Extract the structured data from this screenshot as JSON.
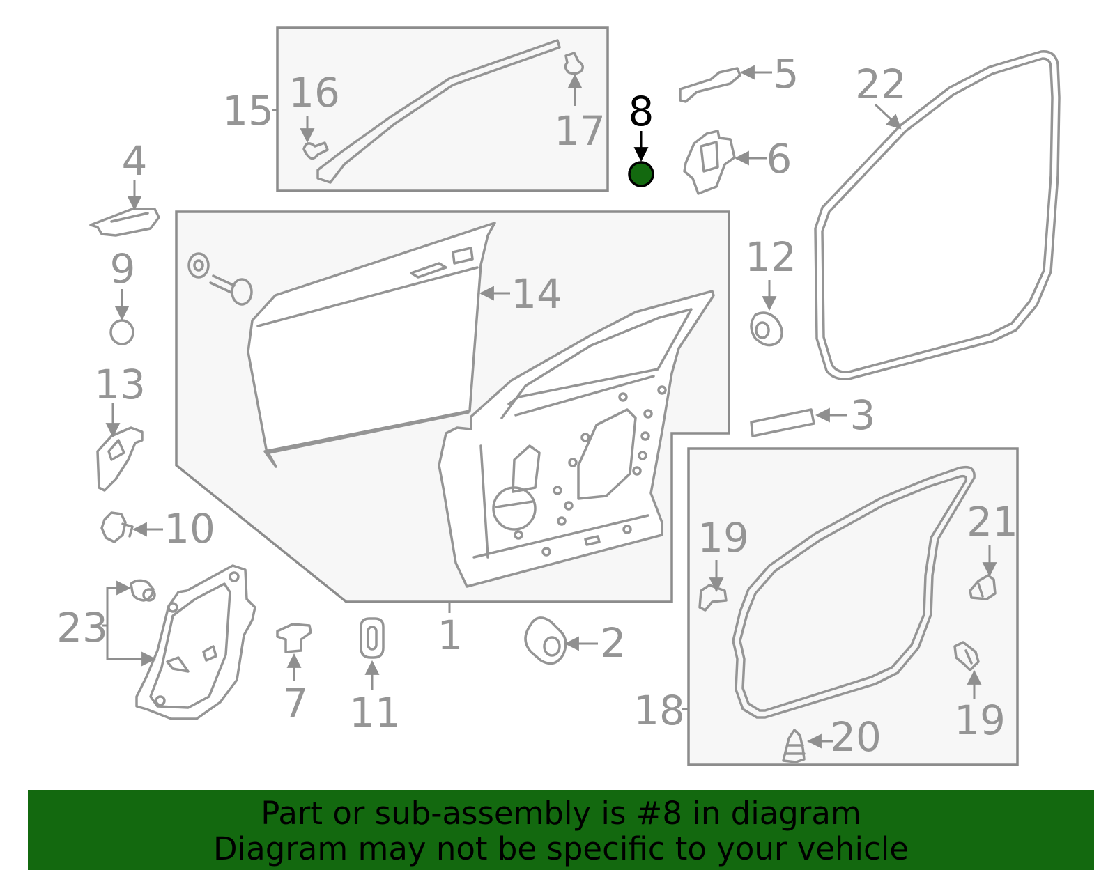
{
  "highlight": {
    "part_number": "8",
    "color": "#13690f"
  },
  "callouts": {
    "c1": "1",
    "c2": "2",
    "c3": "3",
    "c4": "4",
    "c5": "5",
    "c6": "6",
    "c7": "7",
    "c8": "8",
    "c9": "9",
    "c10": "10",
    "c11": "11",
    "c12": "12",
    "c13": "13",
    "c14": "14",
    "c15": "15",
    "c16": "16",
    "c17": "17",
    "c18": "18",
    "c19a": "19",
    "c19b": "19",
    "c20": "20",
    "c21": "21",
    "c22": "22",
    "c23": "23"
  },
  "banner": {
    "line1": "Part or sub-assembly is #8 in diagram",
    "line2": "Diagram may not be specific to your vehicle",
    "background": "#13690f"
  }
}
